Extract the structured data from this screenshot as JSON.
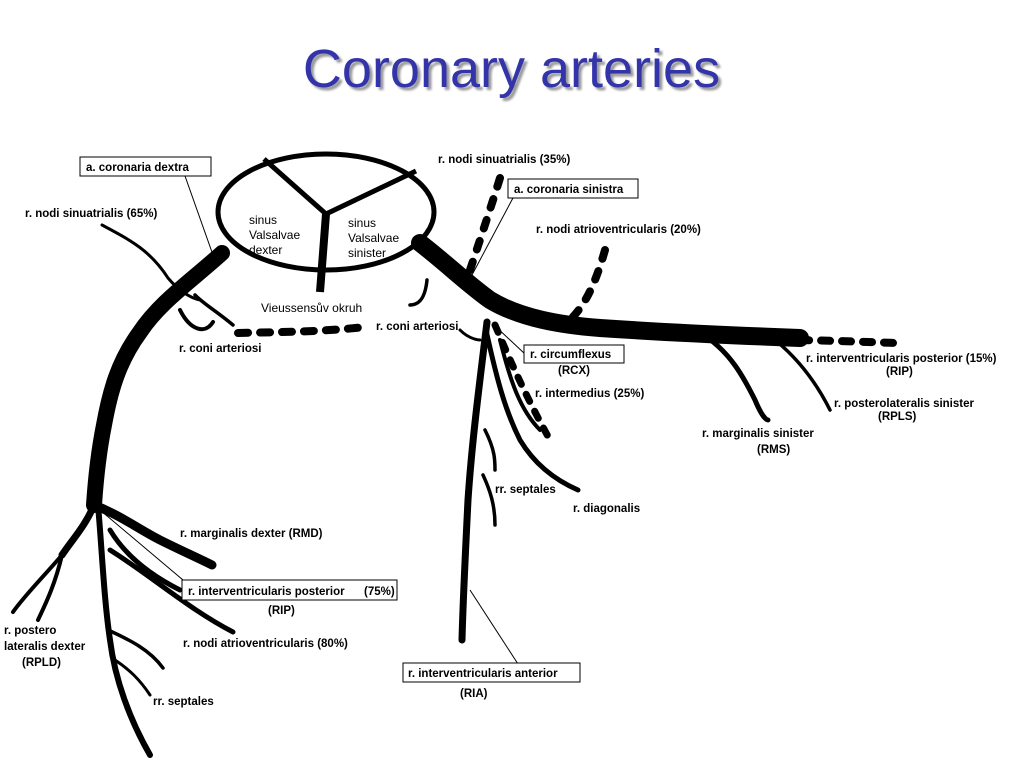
{
  "title": "Coronary arteries",
  "labels": {
    "coronaria_dextra": "a. coronaria dextra",
    "coronaria_sinistra": "a. coronaria sinistra",
    "nodi_sinuatrialis_35": "r. nodi sinuatrialis (35%)",
    "nodi_sinuatrialis_65": "r. nodi sinuatrialis (65%)",
    "nodi_atrioventricularis_20": "r. nodi atrioventricularis (20%)",
    "sinus_dexter": [
      "sinus",
      "Valsalvae",
      "dexter"
    ],
    "sinus_sinister": [
      "sinus",
      "Valsalvae",
      "sinister"
    ],
    "vieussens": "Vieussensův okruh",
    "coni_arteriosi_right": "r. coni arteriosi",
    "coni_arteriosi_left": "r. coni arteriosi",
    "circumflexus": "r. circumflexus",
    "rcx": "(RCX)",
    "intermedius": "r. intermedius (25%)",
    "iv_posterior_15": "r. interventricularis posterior (15%)",
    "rip_left": "(RIP)",
    "posterolateralis_sinister": "r. posterolateralis sinister",
    "rpls": "(RPLS)",
    "marginalis_sinister": "r. marginalis sinister",
    "rms": "(RMS)",
    "septales_left": "rr. septales",
    "diagonalis": "r. diagonalis",
    "marginalis_dexter": "r. marginalis dexter (RMD)",
    "iv_posterior_75_name": "r. interventricularis posterior",
    "iv_posterior_75_pct": "(75%)",
    "rip_right": "(RIP)",
    "postero_lateralis_dexter": [
      "r. postero",
      "lateralis dexter",
      "(RPLD)"
    ],
    "nodi_atrioventricularis_80": "r. nodi atrioventricularis (80%)",
    "septales_right": "rr. septales",
    "iv_anterior": "r. interventricularis anterior",
    "ria": "(RIA)"
  },
  "colors": {
    "title": "#3333aa",
    "vessel": "#000000",
    "background": "#ffffff"
  }
}
